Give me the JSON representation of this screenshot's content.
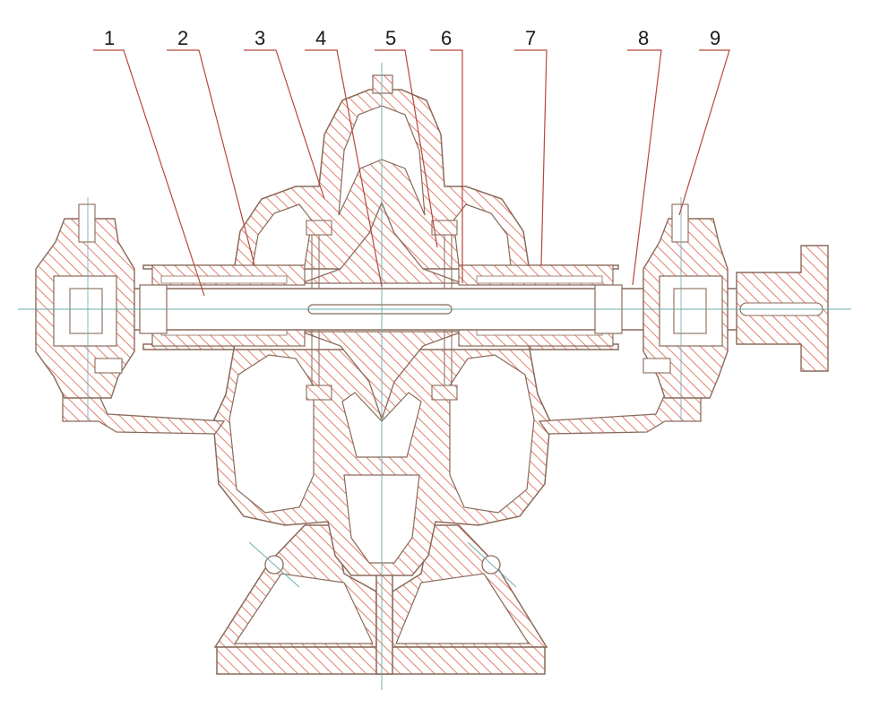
{
  "diagram": {
    "colors": {
      "section_hatch": "#d9614a",
      "outline": "#8a6a5a",
      "center_line": "#6aa8a8",
      "leader_line": "#b8473a",
      "label_text": "#1a1a1a",
      "background": "#ffffff"
    },
    "callouts": [
      {
        "id": "callout-1",
        "label": "1"
      },
      {
        "id": "callout-2",
        "label": "2"
      },
      {
        "id": "callout-3",
        "label": "3"
      },
      {
        "id": "callout-4",
        "label": "4"
      },
      {
        "id": "callout-5",
        "label": "5"
      },
      {
        "id": "callout-6",
        "label": "6"
      },
      {
        "id": "callout-7",
        "label": "7"
      },
      {
        "id": "callout-8",
        "label": "8"
      },
      {
        "id": "callout-9",
        "label": "9"
      }
    ]
  }
}
